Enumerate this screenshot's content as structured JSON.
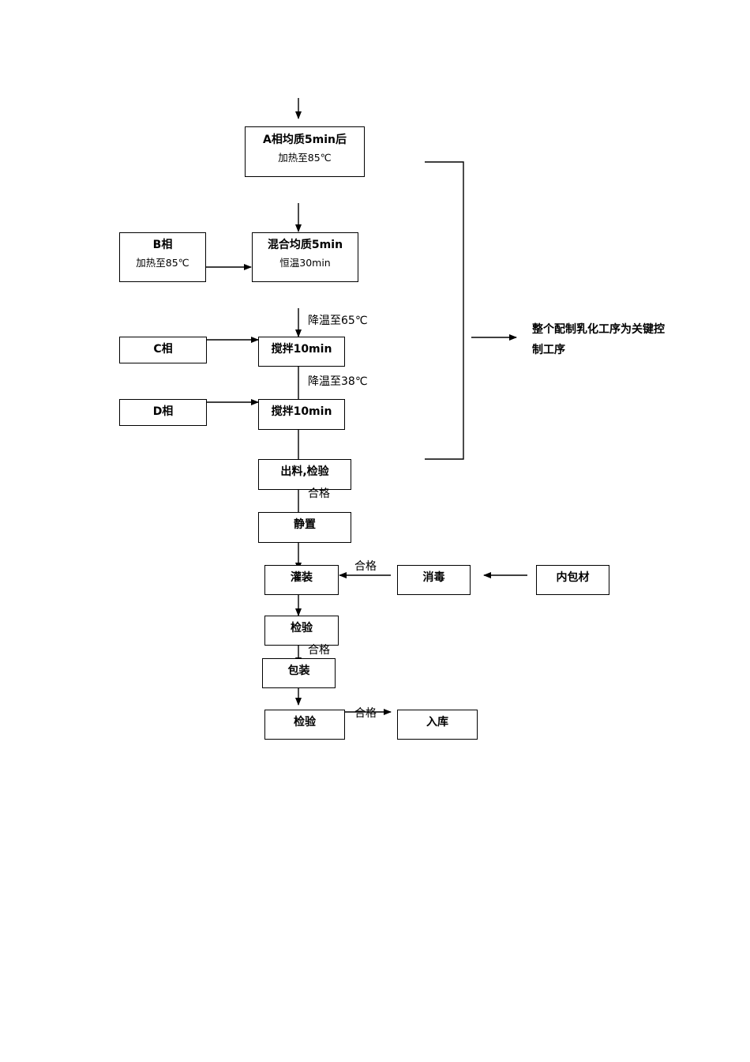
{
  "diagram": {
    "steps": {
      "a_phase": {
        "title": "A相均质5min后",
        "sub": "加热至85℃"
      },
      "b_phase": {
        "title": "B相",
        "sub": "加热至85℃"
      },
      "mix": {
        "title": "混合均质5min",
        "sub": "恒温30min"
      },
      "c_phase": {
        "title": "C相"
      },
      "stir1": {
        "title": "搅拌10min"
      },
      "d_phase": {
        "title": "D相"
      },
      "stir2": {
        "title": "搅拌10min"
      },
      "discharge": {
        "title": "出料,检验"
      },
      "rest": {
        "title": "静置"
      },
      "filling": {
        "title": "灌装"
      },
      "disinfect": {
        "title": "消毒"
      },
      "inner_pack": {
        "title": "内包材"
      },
      "inspect1": {
        "title": "检验"
      },
      "packing": {
        "title": "包装"
      },
      "inspect2": {
        "title": "检验"
      },
      "warehouse": {
        "title": "入库"
      }
    },
    "labels": {
      "cool65": "降温至65℃",
      "cool38": "降温至38℃",
      "pass1": "合格",
      "pass2": "合格",
      "pass3": "合格",
      "pass4": "合格"
    },
    "note": "整个配制乳化工序为关键控制工序"
  }
}
